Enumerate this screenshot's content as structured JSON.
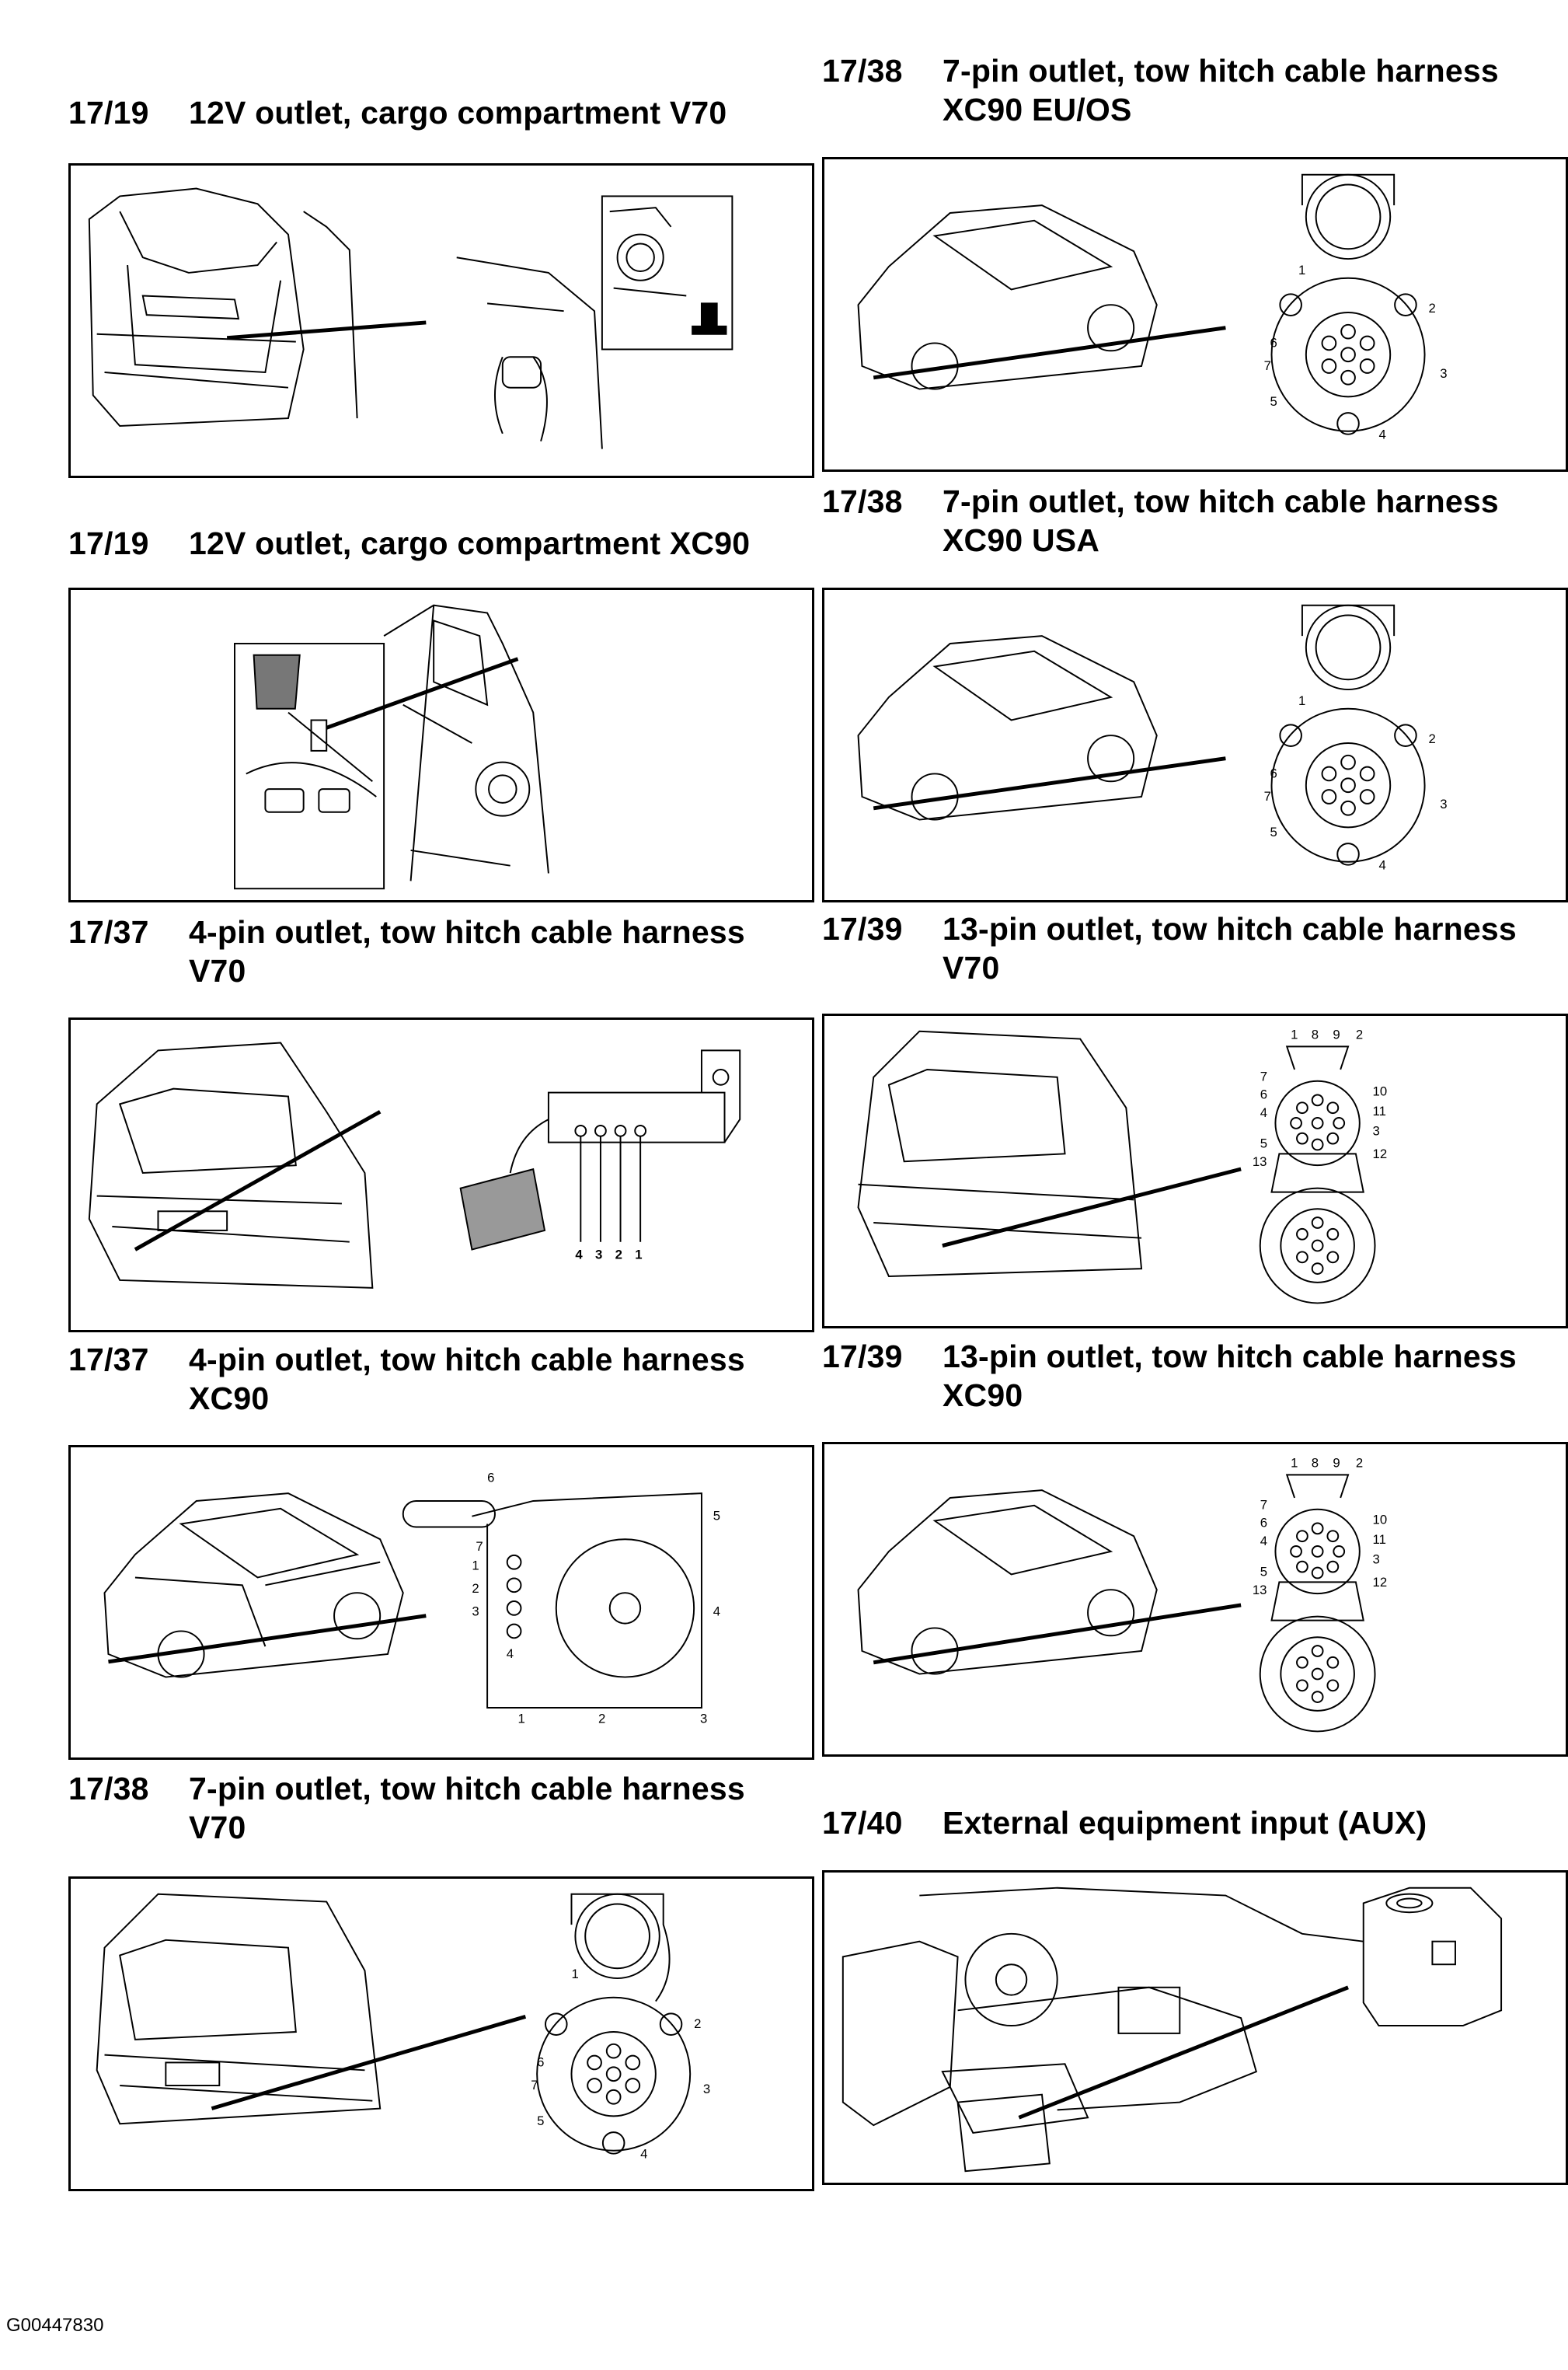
{
  "items": [
    {
      "code": "17/19",
      "title": [
        "12V outlet, cargo compartment V70"
      ]
    },
    {
      "code": "17/19",
      "title": [
        "12V outlet, cargo compartment XC90"
      ]
    },
    {
      "code": "17/37",
      "title": [
        "4-pin outlet, tow hitch cable harness",
        "V70"
      ],
      "pin_labels": [
        "4",
        "3",
        "2",
        "1"
      ]
    },
    {
      "code": "17/37",
      "title": [
        "4-pin outlet, tow hitch cable harness",
        "XC90"
      ],
      "pin_labels": [
        "1",
        "2",
        "3",
        "4",
        "5",
        "6",
        "7",
        "1",
        "2",
        "3",
        "4"
      ]
    },
    {
      "code": "17/38",
      "title": [
        "7-pin outlet, tow hitch cable harness",
        "V70"
      ],
      "pin_labels": [
        "1",
        "2",
        "3",
        "4",
        "5",
        "6",
        "7"
      ]
    },
    {
      "code": "17/38",
      "title": [
        "7-pin outlet, tow hitch cable harness",
        "XC90 EU/OS"
      ],
      "pin_labels": [
        "1",
        "2",
        "3",
        "4",
        "5",
        "6",
        "7"
      ]
    },
    {
      "code": "17/38",
      "title": [
        "7-pin outlet, tow hitch cable harness",
        "XC90 USA"
      ],
      "pin_labels": [
        "1",
        "2",
        "3",
        "4",
        "5",
        "6",
        "7"
      ]
    },
    {
      "code": "17/39",
      "title": [
        "13-pin outlet, tow hitch cable harness",
        "V70"
      ],
      "pin_labels": [
        "1",
        "8",
        "9",
        "2",
        "7",
        "6",
        "4",
        "5",
        "13",
        "10",
        "11",
        "3",
        "12"
      ]
    },
    {
      "code": "17/39",
      "title": [
        "13-pin outlet, tow hitch cable harness",
        "XC90"
      ],
      "pin_labels": [
        "1",
        "8",
        "9",
        "2",
        "7",
        "6",
        "4",
        "5",
        "13",
        "10",
        "11",
        "3",
        "12"
      ]
    },
    {
      "code": "17/40",
      "title": [
        "External equipment input (AUX)"
      ]
    }
  ],
  "footer_id": "G00447830"
}
